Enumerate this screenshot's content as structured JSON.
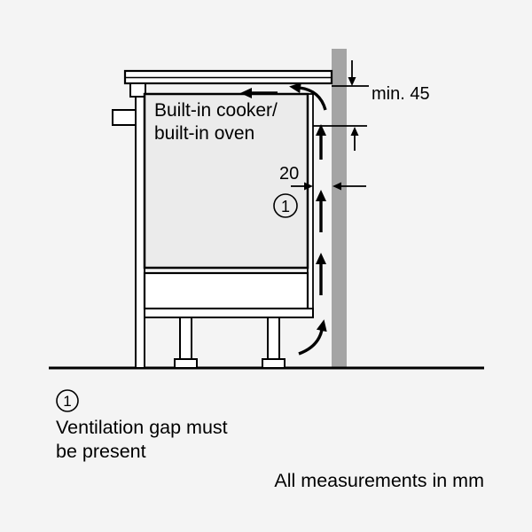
{
  "canvas": {
    "background": "#f4f4f4",
    "line_color": "#000000",
    "wall_fill": "#a4a4a4",
    "oven_fill": "#ebebeb"
  },
  "diagram": {
    "oven_label_line1": "Built-in cooker/",
    "oven_label_line2": "built-in oven",
    "dim_top_clearance": "min. 45",
    "dim_gap_width": "20",
    "callout_number": "1"
  },
  "legend": {
    "callout_number": "1",
    "note_line1": "Ventilation gap must",
    "note_line2": "be present",
    "footer": "All measurements in mm"
  }
}
